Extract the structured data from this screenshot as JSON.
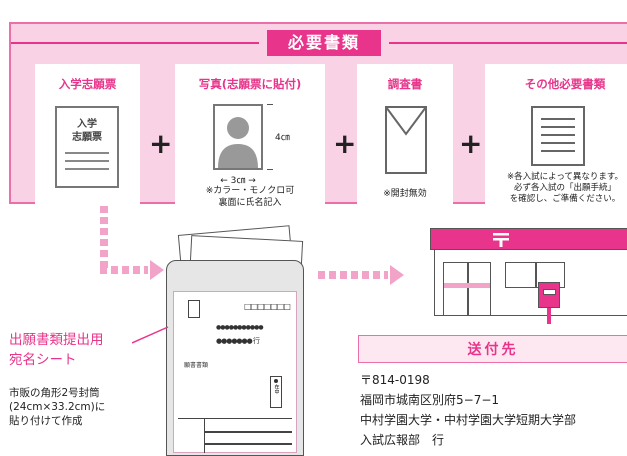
{
  "header": {
    "title": "必要書類"
  },
  "cards": {
    "application": {
      "title": "入学志願票",
      "doc_text": [
        "入学",
        "志願票"
      ]
    },
    "photo": {
      "title": "写真(志願票に貼付)",
      "height": "4㎝",
      "width": "← 3㎝ →",
      "note": [
        "※カラー・モノクロ可",
        "裏面に氏名記入"
      ]
    },
    "report": {
      "title": "調査書",
      "note": "※開封無効"
    },
    "other": {
      "title": "その他必要書類",
      "note": [
        "※各入試によって異なります。",
        "必ず各入試の「出願手続」",
        "を確認し、ご準備ください。"
      ]
    }
  },
  "envelope": {
    "zip_boxes": "□□□□□□□",
    "line1": "●●●●●●●●●●●",
    "line2": "●●●●●●● 行",
    "doc_label": "願書書類",
    "seal_text": "在中"
  },
  "label_sheet": {
    "title": [
      "出願書類提出用",
      "宛名シート"
    ],
    "description": [
      "市販の角形2号封筒",
      "(24cm×33.2cm)に",
      "貼り付けて作成"
    ]
  },
  "destination": {
    "title": "送付先",
    "lines": [
      "〒814-0198",
      "福岡市城南区別府5−7−1",
      "中村学園大学・中村学園大学短期大学部",
      "入試広報部　行"
    ]
  },
  "colors": {
    "accent": "#e8348b",
    "panel_fill": "#f9d3e5",
    "panel_border": "#ec6fa9",
    "dash": "#f2a3c8"
  }
}
